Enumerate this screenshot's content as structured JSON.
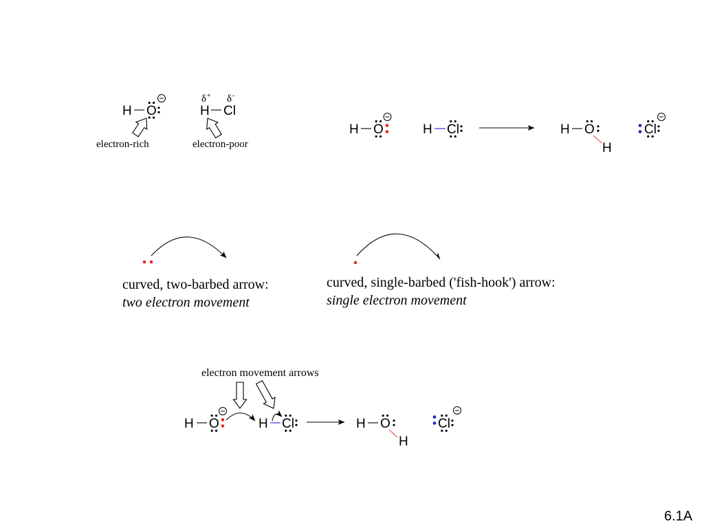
{
  "slide": {
    "number": "6.1A"
  },
  "colors": {
    "ink": "#000000",
    "electron_red": "#e8232a",
    "electron_blue": "#1f1fd1",
    "bond_blue": "#2424d6",
    "bond_red": "#e2452a"
  },
  "polarity": {
    "hydroxide": {
      "h": "H",
      "o": "O"
    },
    "hydrogen_chloride": {
      "h": "H",
      "cl": "Cl",
      "delta": "δ",
      "partial_positive": "+",
      "partial_negative": "-"
    },
    "label_electron_rich": "electron-rich",
    "label_electron_poor": "electron-poor"
  },
  "reaction": {
    "reactant_hydroxide": {
      "h": "H",
      "o": "O"
    },
    "reactant_hcl": {
      "h": "H",
      "cl": "Cl"
    },
    "product_water": {
      "h1": "H",
      "o": "O",
      "h2": "H"
    },
    "product_chloride": {
      "cl": "Cl"
    }
  },
  "arrow_types": {
    "two_barbed": {
      "title": "curved, two-barbed arrow:",
      "description": "two electron movement"
    },
    "fish_hook": {
      "title": "curved, single-barbed ('fish-hook') arrow:",
      "description": "single electron movement"
    }
  },
  "mechanism": {
    "label": "electron movement arrows",
    "reactant_hydroxide": {
      "h": "H",
      "o": "O"
    },
    "reactant_hcl": {
      "h": "H",
      "cl": "Cl"
    },
    "product_water": {
      "h1": "H",
      "o": "O",
      "h2": "H"
    },
    "product_chloride": {
      "cl": "Cl"
    }
  }
}
